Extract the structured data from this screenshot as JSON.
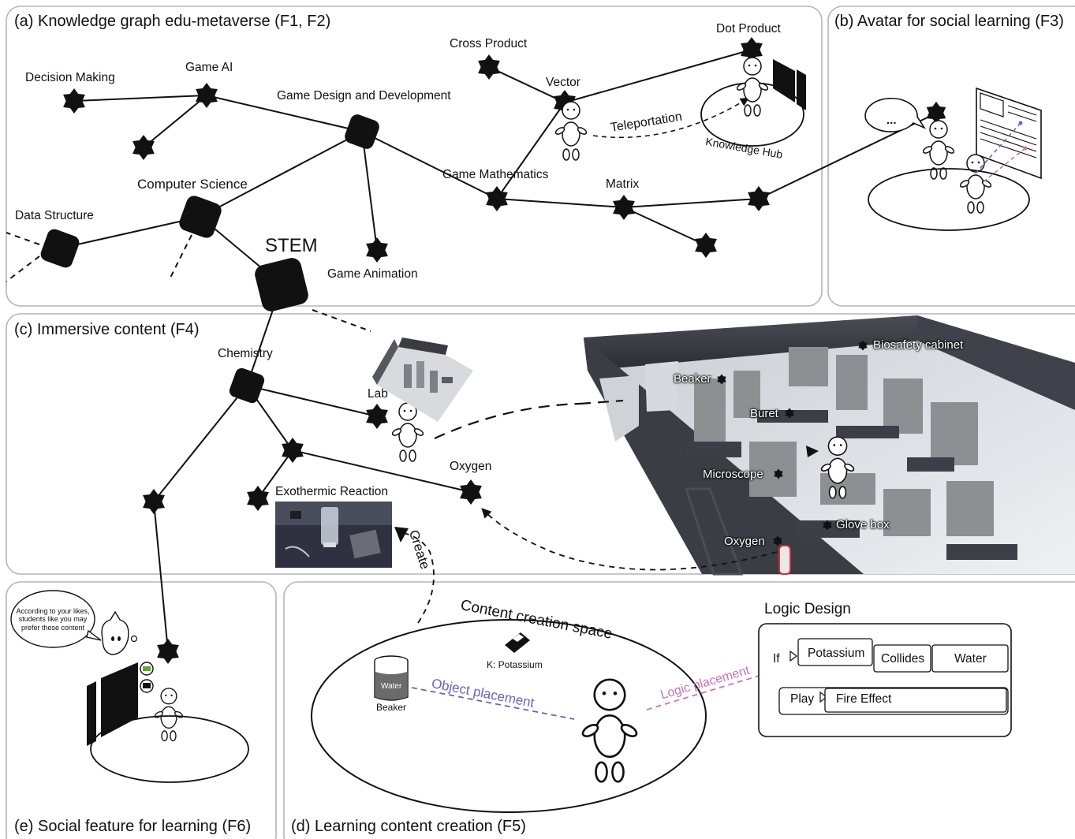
{
  "panels": {
    "a": "(a) Knowledge graph edu-metaverse (F1, F2)",
    "b": "(b) Avatar for social learning (F3)",
    "c": "(c) Immersive content (F4)",
    "d": "(d) Learning content creation (F5)",
    "e": "(e) Social feature for learning (F6)"
  },
  "graph_nodes": {
    "stem": "STEM",
    "computer_science": "Computer Science",
    "data_structure": "Data Structure",
    "game_design": "Game Design and Development",
    "game_ai": "Game AI",
    "decision_making": "Decision Making",
    "game_animation": "Game Animation",
    "game_mathematics": "Game Mathematics",
    "matrix": "Matrix",
    "vector": "Vector",
    "cross_product": "Cross Product",
    "dot_product": "Dot Product",
    "chemistry": "Chemistry",
    "lab": "Lab",
    "oxygen": "Oxygen",
    "exothermic_reaction": "Exothermic Reaction"
  },
  "annotations": {
    "teleportation": "Teleportation",
    "knowledge_hub": "Knowledge Hub",
    "speech_dots": "...",
    "create": "Create",
    "content_creation_space": "Content creation space",
    "object_placement": "Object placement",
    "logic_placement": "Logic placement",
    "recommendation": "According to your likes, students like you may prefer these content"
  },
  "lab_labels": {
    "biosafety_cabinet": "Biosafety cabinet",
    "beaker": "Beaker",
    "buret": "Buret",
    "microscope": "Microscope",
    "glove_box": "Glove box",
    "oxygen": "Oxygen"
  },
  "creation_space": {
    "beaker_content": "Water",
    "beaker_label": "Beaker",
    "potassium_label": "K: Potassium"
  },
  "logic_design": {
    "title": "Logic Design",
    "if_keyword": "If",
    "object_a": "Potassium",
    "relation": "Collides",
    "object_b": "Water",
    "play_keyword": "Play",
    "effect": "Fire Effect"
  },
  "colors": {
    "object_placement": "#6b63b5",
    "logic_placement": "#c874b0",
    "like_green": "#5aa832"
  }
}
